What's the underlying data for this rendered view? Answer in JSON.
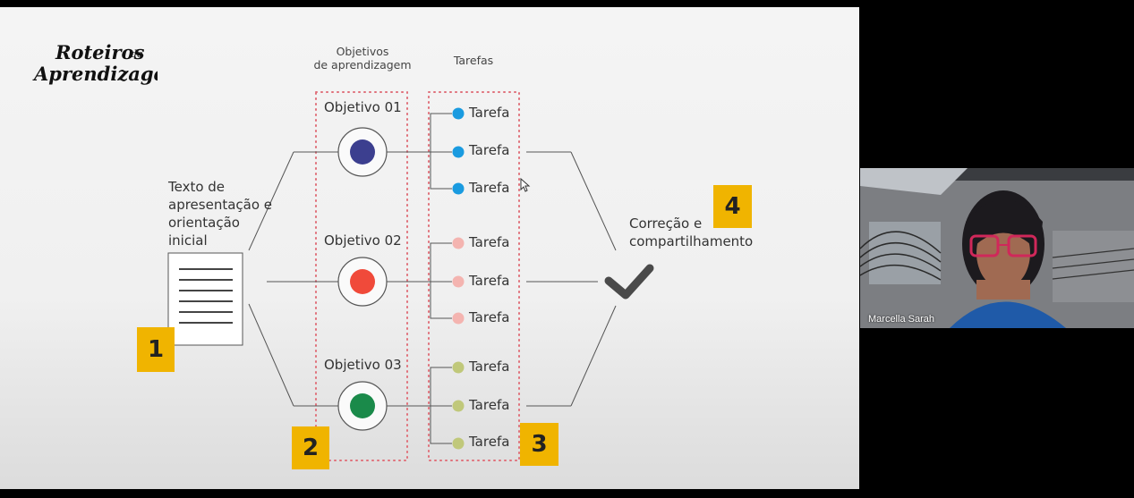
{
  "slide": {
    "logo": {
      "line1": "Roteiros",
      "line1b": "de",
      "line2": "Aprendizagem"
    },
    "headers": {
      "objectives": [
        "Objetivos",
        "de aprendizagem"
      ],
      "tasks": "Tarefas"
    },
    "intro_text": "Texto de apresentação e orientação inicial",
    "objectives": [
      {
        "label": "Objetivo 01",
        "color": "#3c3f8f"
      },
      {
        "label": "Objetivo 02",
        "color": "#f04a3a"
      },
      {
        "label": "Objetivo 03",
        "color": "#1a8a4a"
      }
    ],
    "task_groups": [
      {
        "color": "#1a9be0",
        "tasks": [
          "Tarefa",
          "Tarefa",
          "Tarefa"
        ]
      },
      {
        "color": "#f4b4b0",
        "tasks": [
          "Tarefa",
          "Tarefa",
          "Tarefa"
        ]
      },
      {
        "color": "#c0c87a",
        "tasks": [
          "Tarefa",
          "Tarefa",
          "Tarefa"
        ]
      }
    ],
    "correction_text": [
      "Correção e",
      "compartilhamento"
    ],
    "badges": [
      "1",
      "2",
      "3",
      "4"
    ],
    "check_icon": "checkmark-icon",
    "badge_color": "#f0b400"
  },
  "video": {
    "participant_name": "Marcella Sarah"
  }
}
